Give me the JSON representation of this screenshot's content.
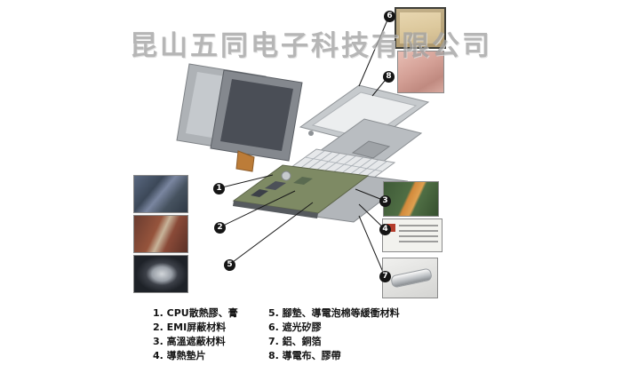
{
  "watermark": {
    "text": "昆山五同电子科技有限公司"
  },
  "callouts": {
    "badges": [
      "1",
      "2",
      "3",
      "4",
      "5",
      "6",
      "7",
      "8"
    ]
  },
  "legend": {
    "columns": [
      {
        "items": [
          "1. CPU散熱膠、膏",
          "2. EMI屏蔽材料",
          "3. 高溫遮蔽材料",
          "4. 導熱墊片"
        ]
      },
      {
        "items": [
          "5. 腳墊、導電泡棉等緩衝材料",
          "6. 遮光矽膠",
          "7. 鋁、銅箔",
          "8. 導電布、膠帶"
        ]
      }
    ]
  },
  "photos": [
    "circuit-board-photo-1",
    "copper-pcb-photo-2",
    "shielding-part-photo-5",
    "flex-cable-pcb-photo-3",
    "metal-shield-label-photo-4",
    "heatsink-clip-photo-7",
    "bezel-frame-photo-6",
    "conductive-cloth-photo-8"
  ],
  "colors": {
    "watermark_gray": "#a2a2a2",
    "badge_black": "#151515",
    "pcb_green": "#7e8a64",
    "base_metal_gray": "#b2b6ba",
    "bezel_gray": "#c6cacd"
  }
}
